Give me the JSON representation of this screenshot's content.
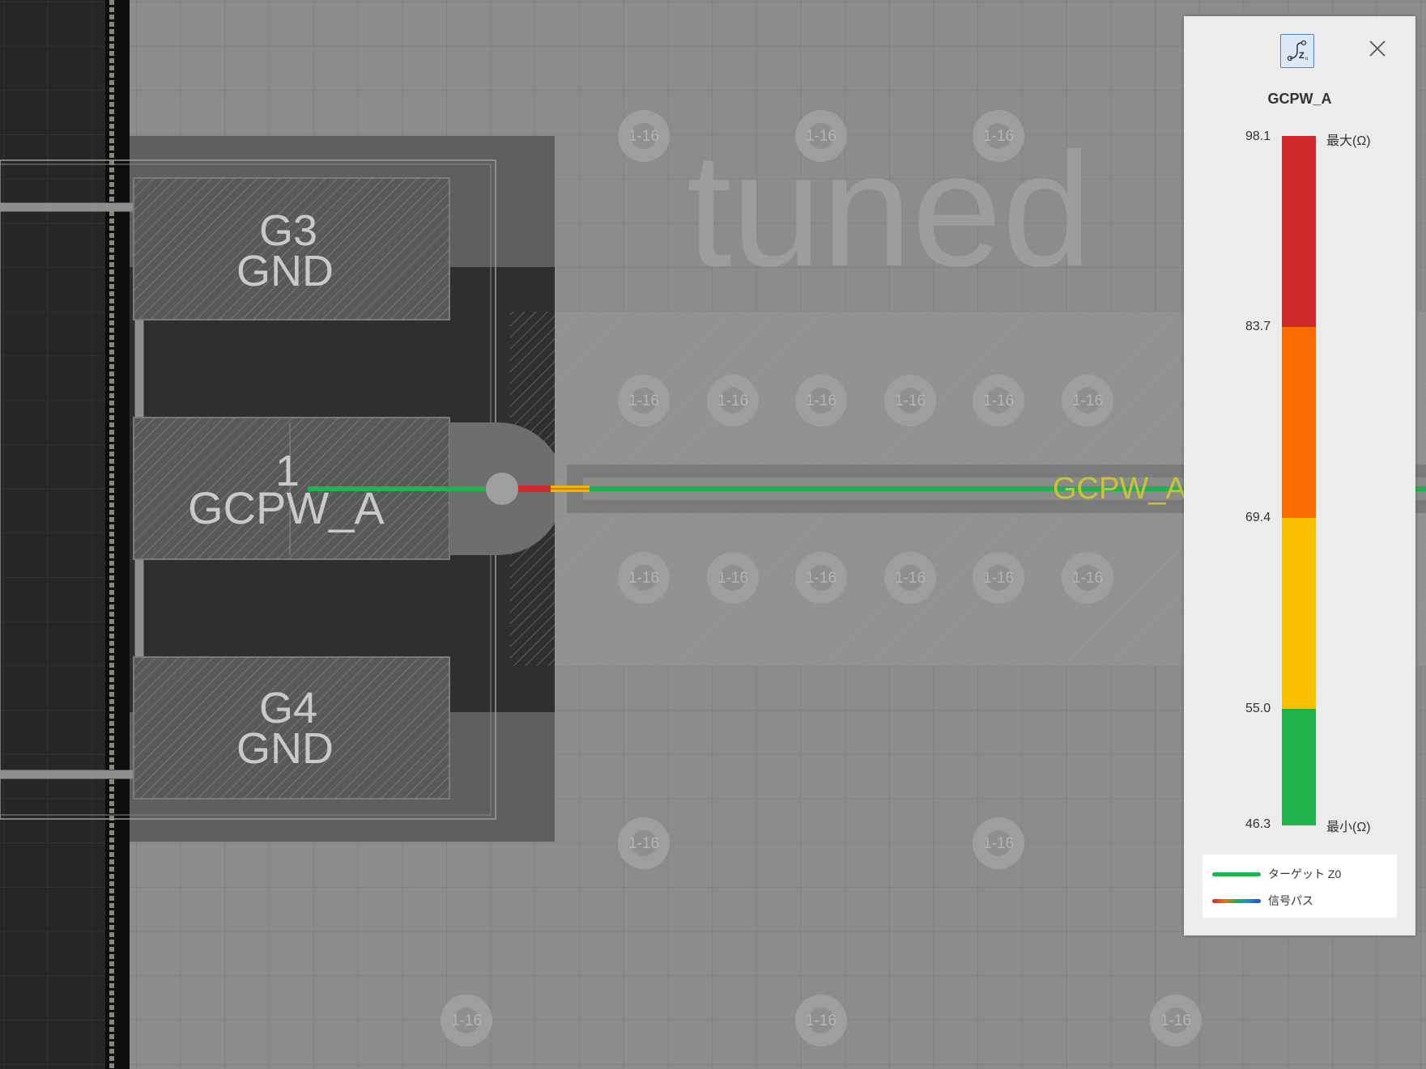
{
  "canvas": {
    "watermark": "tuned",
    "pad_top": {
      "pin": "G3",
      "net": "GND"
    },
    "pad_mid": {
      "pin": "1",
      "net": "GCPW_A"
    },
    "pad_bottom": {
      "pin": "G4",
      "net": "GND"
    },
    "trace_net_label": "GCPW_A",
    "via_label": "1-16"
  },
  "panel": {
    "title": "GCPW_A",
    "icon": "impedance-z0-icon",
    "close_icon": "close-icon",
    "scale": {
      "ticks": [
        "98.1",
        "83.7",
        "69.4",
        "55.0",
        "46.3"
      ],
      "max_label": "最大(Ω)",
      "min_label": "最小(Ω)",
      "colors": [
        "#d0292b",
        "#f96c00",
        "#fac000",
        "#22b24c"
      ]
    },
    "legend": {
      "target": "ターゲット Z0",
      "signal": "信号パス"
    }
  }
}
